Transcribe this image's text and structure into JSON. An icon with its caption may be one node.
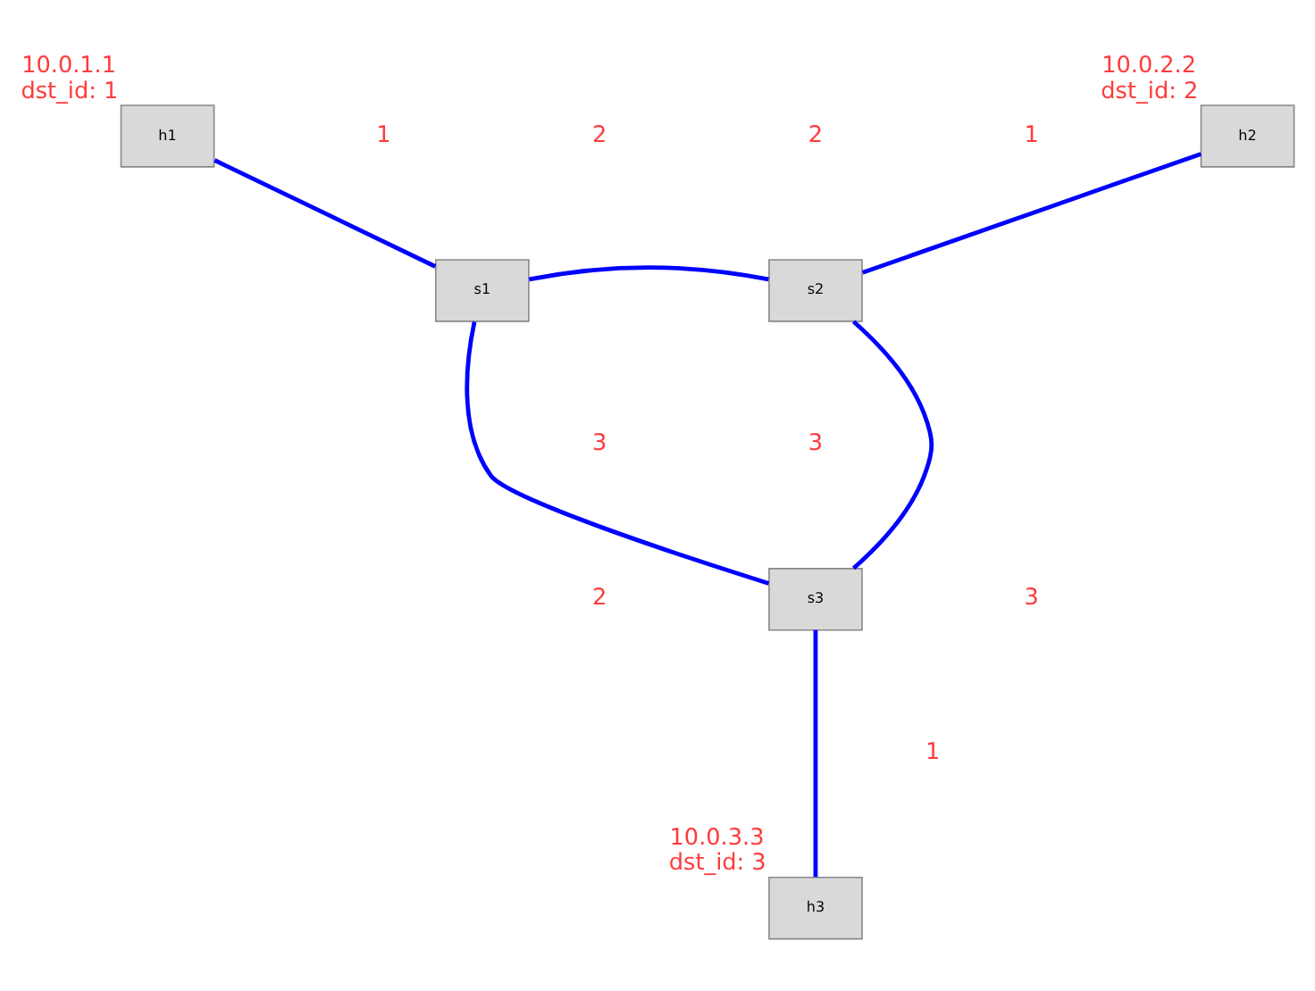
{
  "diagram": {
    "nodes": [
      {
        "text": [
          "h1"
        ],
        "beside": [
          "10.0.1.1",
          "dst_id: 1"
        ]
      },
      {
        "text": [
          "h2"
        ],
        "beside": [
          "10.0.2.2",
          "dst_id: 2"
        ]
      },
      {
        "text": [
          "s1"
        ]
      },
      {
        "text": [
          "s2"
        ]
      },
      {
        "text": [
          "s3"
        ]
      },
      {
        "text": [
          "h3"
        ],
        "beside": [
          "10.0.3.3",
          "dst_id: 3"
        ]
      }
    ],
    "edges": [
      {
        "from": 0,
        "to": 2,
        "arrow": "none"
      },
      {
        "from": 1,
        "to": 3,
        "arrow": "none"
      },
      {
        "from": 2,
        "to": 3,
        "arrow": "none"
      },
      {
        "from": 2,
        "to": 4,
        "arrow": "none"
      },
      {
        "from": 3,
        "to": 4,
        "arrow": "none"
      },
      {
        "from": 4,
        "to": 5,
        "arrow": "none"
      }
    ],
    "labels": [
      "1",
      "2",
      "2",
      "1",
      "3",
      "3",
      "2",
      "3",
      "1"
    ]
  }
}
